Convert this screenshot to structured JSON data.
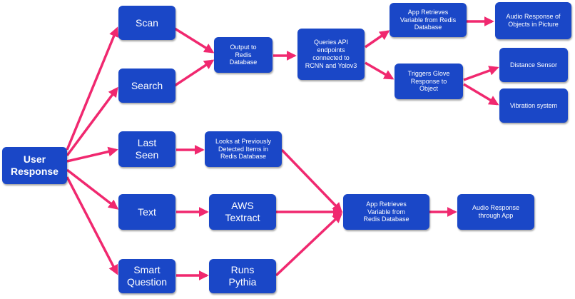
{
  "nodes": {
    "user_response": "User\nResponse",
    "scan": "Scan",
    "search": "Search",
    "last_seen": "Last\nSeen",
    "text": "Text",
    "smart_question": "Smart\nQuestion",
    "output_redis": "Output to\nRedis\nDatabase",
    "queries_api": "Queries API\nendpoints\nconnected to\nRCNN and Yolov3",
    "app_retrieves_top": "App Retrieves\nVariable from Redis\nDatabase",
    "audio_objects": "Audio Response of\nObjects in Picture",
    "triggers_glove": "Triggers Glove\nResponse to\nObject",
    "distance_sensor": "Distance Sensor",
    "vibration_system": "Vibration system",
    "looks_previously": "Looks at Previously\nDetected Items in\nRedis Database",
    "aws_textract": "AWS\nTextract",
    "runs_pythia": "Runs\nPythia",
    "app_retrieves_bottom": "App Retrieves\nVariable from\nRedis Database",
    "audio_app": "Audio Response\nthrough App"
  },
  "colors": {
    "node_fill": "#1a47c7",
    "arrow": "#f0286f",
    "text": "#ffffff"
  }
}
